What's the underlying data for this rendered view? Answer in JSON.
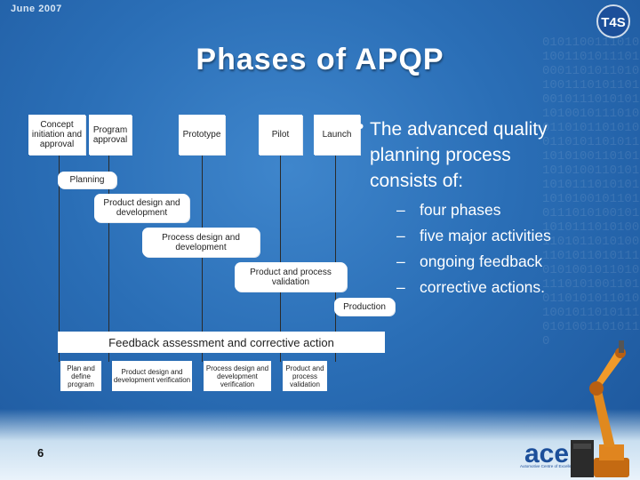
{
  "header": {
    "date": "June 2007",
    "title": "Phases of APQP"
  },
  "diagram": {
    "phases": [
      "Concept initiation and approval",
      "Program approval",
      "Prototype",
      "Pilot",
      "Launch"
    ],
    "activities": [
      "Planning",
      "Product design and development",
      "Process design and development",
      "Product and process validation",
      "Production"
    ],
    "feedback": "Feedback assessment and corrective action",
    "bottom": [
      "Plan and define program",
      "Product design and development verification",
      "Process design and development verification",
      "Product and process validation"
    ]
  },
  "text": {
    "intro": "The advanced quality planning process consists of:",
    "bullets": [
      "four phases",
      "five major activities",
      "ongoing feedback",
      "corrective actions."
    ]
  },
  "footer": {
    "page": "6",
    "logo": "ace",
    "logo_tagline": "Automotive Centre of Excellence"
  },
  "colors": {
    "background": "#2a6eb6",
    "title": "#ffffff",
    "logo_blue": "#1c4f9a"
  },
  "icons": [
    "t4s-logo-icon",
    "ace-logo-icon",
    "robot-arm-icon"
  ]
}
